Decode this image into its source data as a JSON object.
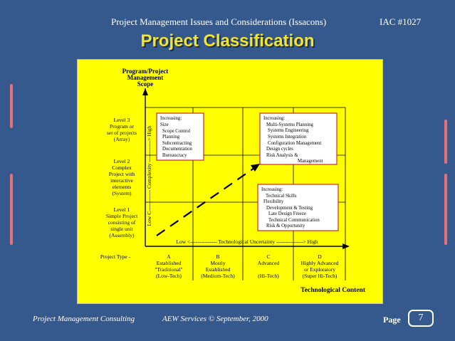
{
  "header": {
    "left_title": "Project Management Issues and Considerations (Issacons)",
    "right_code": "IAC #1027"
  },
  "slide_title": "Project Classification",
  "diagram": {
    "y_axis_title": [
      "Program/Project",
      "Management",
      "Scope"
    ],
    "complexity_label": "Low C------------ Complexity ------------> High",
    "levels": [
      {
        "lines": [
          "Level 3",
          "Program or",
          "set of projects",
          "(Array)"
        ]
      },
      {
        "lines": [
          "Level 2",
          "Complex",
          "Project with",
          "interactive",
          "elements",
          "(System)"
        ]
      },
      {
        "lines": [
          "Level 1",
          "Simple Project",
          "consisting of",
          "single unit",
          "(Assembly)"
        ]
      }
    ],
    "uncertainty_label": "Low <--------------- Technological Uncertainty ---------------> High",
    "project_type_label": "Project Type -",
    "types": [
      {
        "lines": [
          "A",
          "Established",
          "\"Traditional\"",
          "(Low-Tech)"
        ]
      },
      {
        "lines": [
          "B",
          "Mostly",
          "Established",
          "(Medium-Tech)"
        ]
      },
      {
        "lines": [
          "C",
          "Advanced",
          "",
          "(Hi-Tech)"
        ]
      },
      {
        "lines": [
          "D",
          "Highly Advanced",
          "or Exploratory",
          "(Super Hi-Tech)"
        ]
      }
    ],
    "x_axis_title": "Technological Content",
    "box_scope": {
      "lines": [
        "Increasing:",
        "Size",
        "Scope Control",
        "Planning",
        "Subcontracting",
        "Documentation",
        "Bureaucracy"
      ]
    },
    "box_systems": {
      "lines": [
        "Increasing:",
        "Multi-Systems Planning",
        "Systems Engineering",
        "Systems Integration",
        "Configuration Management",
        "Design cycles",
        "Risk Analysis &",
        "Management"
      ]
    },
    "box_technical": {
      "lines": [
        "Increasing:",
        "Technical Skills",
        "Flexibility",
        "Development & Testing",
        "Late Design Freeze",
        "Technical Communication",
        "Risk & Opportunity"
      ]
    }
  },
  "footer": {
    "left": "Project Management Consulting",
    "middle": "AEW Services © September, 2000",
    "page_label": "Page",
    "page_number": "7"
  },
  "colors": {
    "background": "#35598c",
    "title": "#f5e52a",
    "panel": "#ffff00",
    "box_border": "#cc2a2a",
    "decoration": "#e86f78"
  }
}
